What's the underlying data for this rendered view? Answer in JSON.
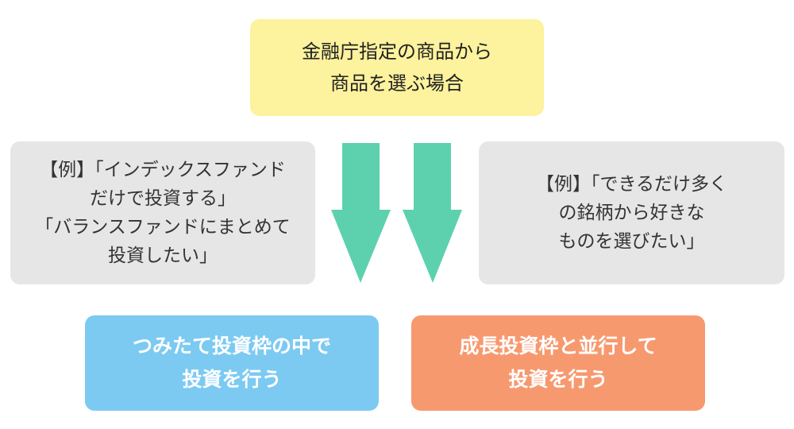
{
  "colors": {
    "top_box": "#fdf29d",
    "example_box": "#e6e6e6",
    "tsumitate_box": "#7ccaf2",
    "growth_box": "#f7996f",
    "arrow": "#5dd1ad"
  },
  "top_box": {
    "lines": [
      "金融庁指定の商品から",
      "商品を選ぶ場合"
    ]
  },
  "left_example": {
    "lines": [
      "【例】「インデックスファンド",
      "だけで投資する」",
      "「バランスファンドにまとめて",
      "投資したい」"
    ]
  },
  "right_example": {
    "lines": [
      "【例】「できるだけ多く",
      "の銘柄から好きな",
      "ものを選びたい」"
    ]
  },
  "tsumitate_box": {
    "lines": [
      "つみたて投資枠の中で",
      "投資を行う"
    ]
  },
  "growth_box": {
    "lines": [
      "成長投資枠と並行して",
      "投資を行う"
    ]
  },
  "arrows": [
    {
      "name": "left-down-arrow-icon"
    },
    {
      "name": "right-down-arrow-icon"
    }
  ]
}
